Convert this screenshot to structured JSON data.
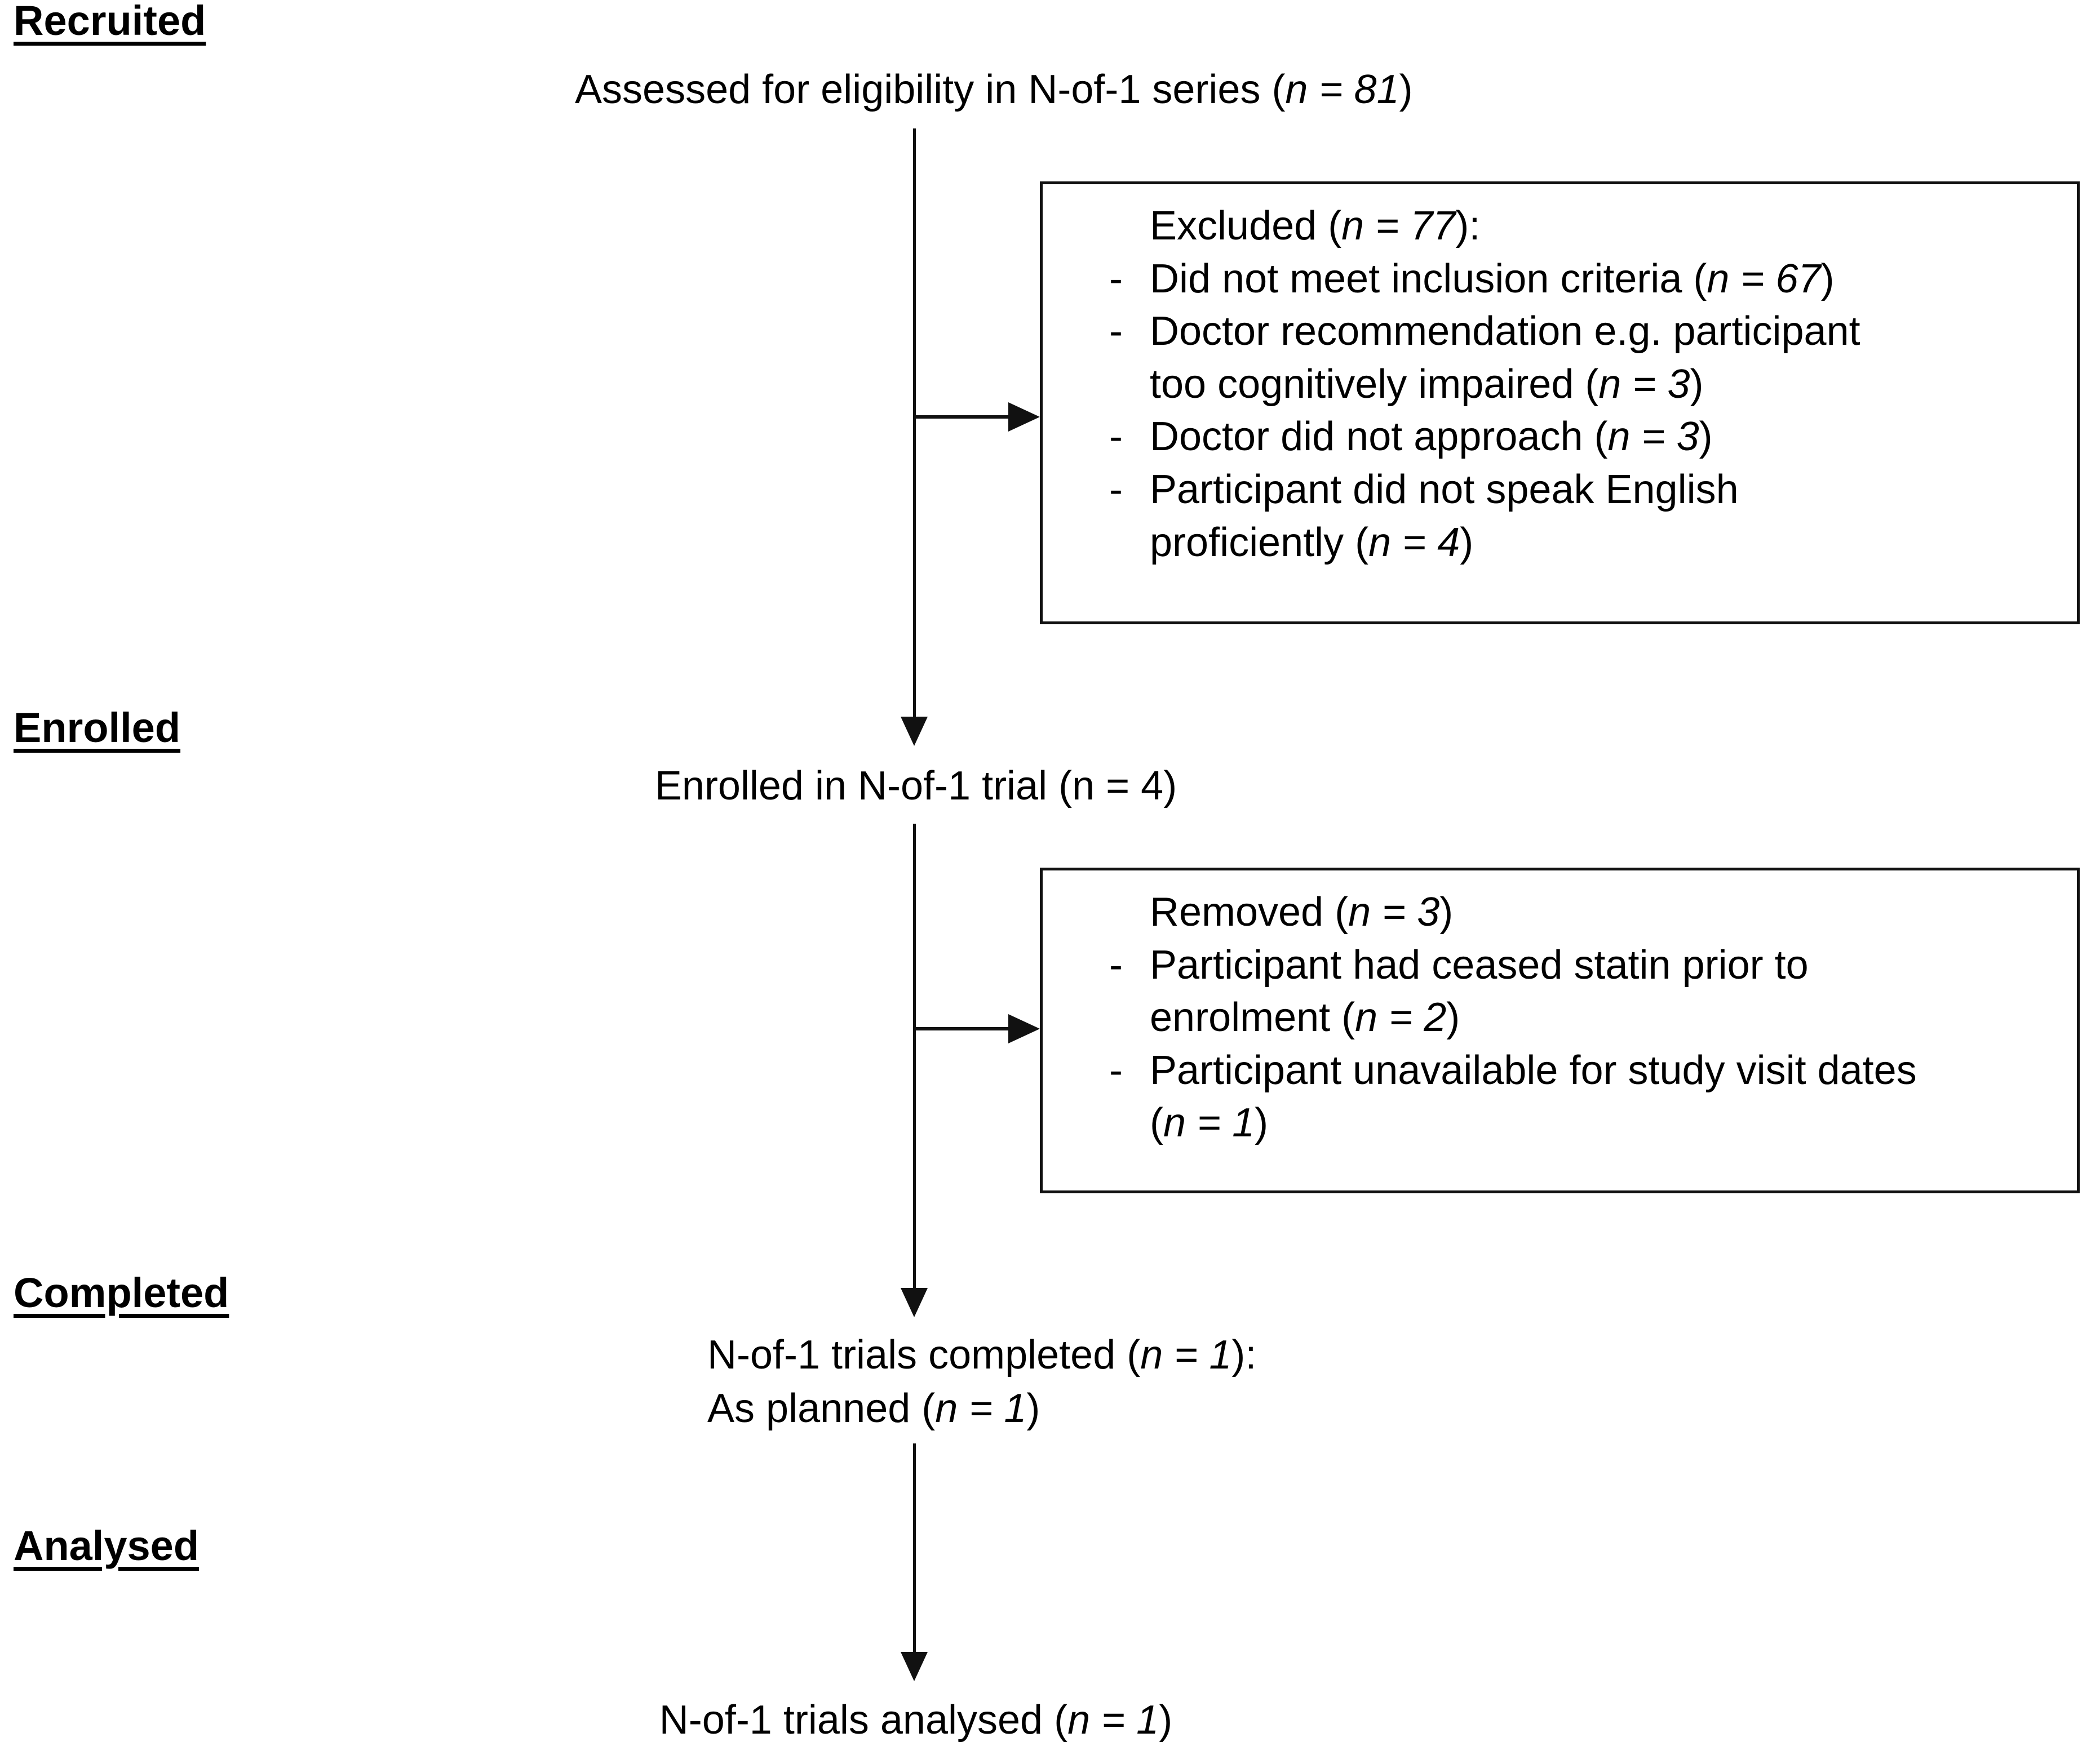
{
  "diagram": {
    "type": "consort-flow-diagram",
    "title_text": "",
    "colors": {
      "line": "#111111",
      "text": "#000000",
      "background": "#ffffff"
    }
  },
  "stages": [
    {
      "key": "recruited",
      "label": "Recruited"
    },
    {
      "key": "enrolled",
      "label": "Enrolled"
    },
    {
      "key": "completed",
      "label": "Completed"
    },
    {
      "key": "analysed",
      "label": "Analysed"
    }
  ],
  "nodes": {
    "assessed": {
      "pre": "Assessed for eligibility in N-of-1 series (",
      "n": "n = 81",
      "post": ")"
    },
    "enrolled": {
      "pre": "Enrolled in N-of-1 trial (n = 4)",
      "n": "",
      "post": ""
    },
    "completed_line1_pre": "N-of-1 trials completed (",
    "completed_line1_n": "n = 1",
    "completed_line1_post": "):",
    "completed_line2_pre": "As planned (",
    "completed_line2_n": "n = 1",
    "completed_line2_post": ")",
    "analysed_pre": "N-of-1 trials analysed (",
    "analysed_n": "n = 1",
    "analysed_post": ")"
  },
  "excluded_box": {
    "head_pre": "Excluded (",
    "head_n": "n = 77",
    "head_post": "):",
    "dash": "-",
    "items": [
      {
        "pre": "Did not meet inclusion criteria (",
        "n": "n = 67",
        "post": ")"
      },
      {
        "pre": "Doctor recommendation e.g. participant",
        "n": "",
        "post": ""
      },
      {
        "pre": "too cognitively impaired (",
        "n": "n = 3",
        "post": ")",
        "continuation": true
      },
      {
        "pre": "Doctor did not approach (",
        "n": "n = 3",
        "post": ")"
      },
      {
        "pre": "Participant did not speak English",
        "n": "",
        "post": ""
      },
      {
        "pre": "proficiently (",
        "n": "n = 4",
        "post": ")",
        "continuation": true
      }
    ]
  },
  "removed_box": {
    "head_pre": "Removed (",
    "head_n": "n = 3",
    "head_post": ")",
    "dash": "-",
    "items": [
      {
        "pre": "Participant had ceased statin prior to",
        "n": "",
        "post": ""
      },
      {
        "pre": "enrolment (",
        "n": "n = 2",
        "post": ")",
        "continuation": true
      },
      {
        "pre": "Participant unavailable for study visit dates",
        "n": "",
        "post": ""
      },
      {
        "pre": "(",
        "n": "n = 1",
        "post": ")",
        "continuation": true
      }
    ]
  }
}
